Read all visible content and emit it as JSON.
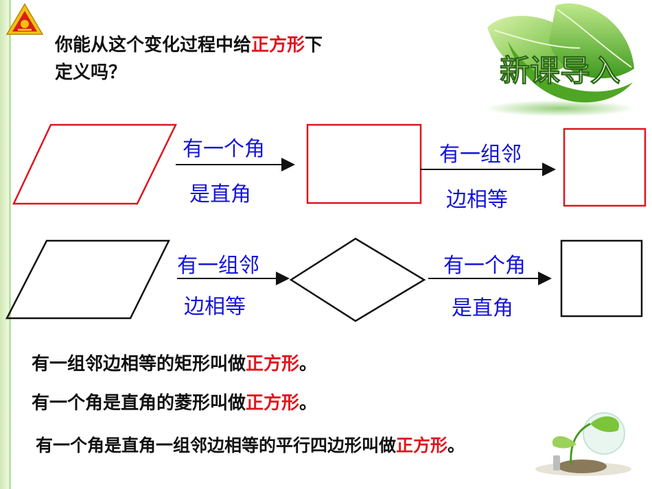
{
  "question": {
    "part1": "你能从这个变化过程中给",
    "highlight": "正方形",
    "part2": "下",
    "line2": "定义吗？"
  },
  "badge": {
    "label": "新课导入"
  },
  "row1": {
    "arrow1_top": "有一个角",
    "arrow1_bottom": "是直角",
    "arrow2_top": "有一组邻",
    "arrow2_bottom": "边相等"
  },
  "row2": {
    "arrow1_top": "有一组邻",
    "arrow1_bottom": "边相等",
    "arrow2_top": "有一个角",
    "arrow2_bottom": "是直角"
  },
  "statements": [
    {
      "text": "有一组邻边相等的矩形叫做",
      "highlight": "正方形",
      "end": "。"
    },
    {
      "text": "有一个角是直角的菱形叫做",
      "highlight": "正方形",
      "end": "。"
    },
    {
      "text": "有一个角是直角一组邻边相等的平行四边形叫做",
      "highlight": "正方形",
      "end": "。"
    }
  ],
  "colors": {
    "highlight": "#e0141e",
    "label_blue": "#1414d8",
    "shape_red": "#e0141e",
    "shape_black": "#111111",
    "leaf_green": "#5cb82c"
  }
}
